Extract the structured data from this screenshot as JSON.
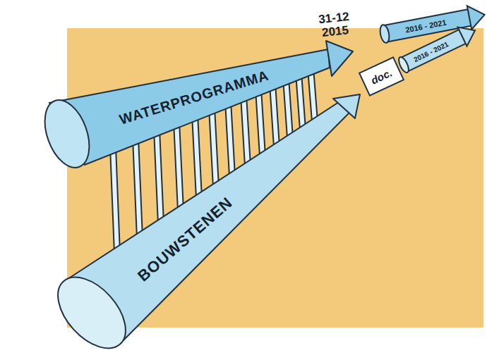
{
  "diagram": {
    "nodes": [
      {
        "text": [
          "WATERPROGRAMMA"
        ]
      },
      {
        "text": [
          "BOUWSTENEN"
        ]
      },
      {
        "text": [
          "doc."
        ]
      },
      {
        "text": [
          "2016 - 2021"
        ]
      },
      {
        "text": [
          "2016 - 2021"
        ]
      }
    ],
    "labels": [
      "31-12 2015"
    ]
  }
}
